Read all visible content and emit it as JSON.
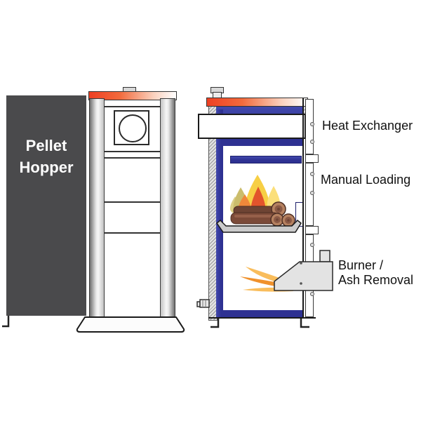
{
  "labels": {
    "pellet_hopper": "Pellet Hopper",
    "heat_exchanger": "Heat Exchanger",
    "manual_loading": "Manual Loading",
    "burner_ash_removal": "Burner /\nAsh Removal"
  },
  "colors": {
    "hopper_gray": "#4a4a4c",
    "hopper_text": "#ffffff",
    "label_text": "#111111",
    "water_jacket_blue": "#2e3192",
    "top_cap_orange": "#ee4023",
    "flame_yellow": "#f7cf45",
    "flame_orange": "#f0883a",
    "flame_red": "#e2542c",
    "log_brown": "#7b4a38",
    "burner_gray": "#e3e3e3",
    "outline": "#1a1a1a"
  }
}
